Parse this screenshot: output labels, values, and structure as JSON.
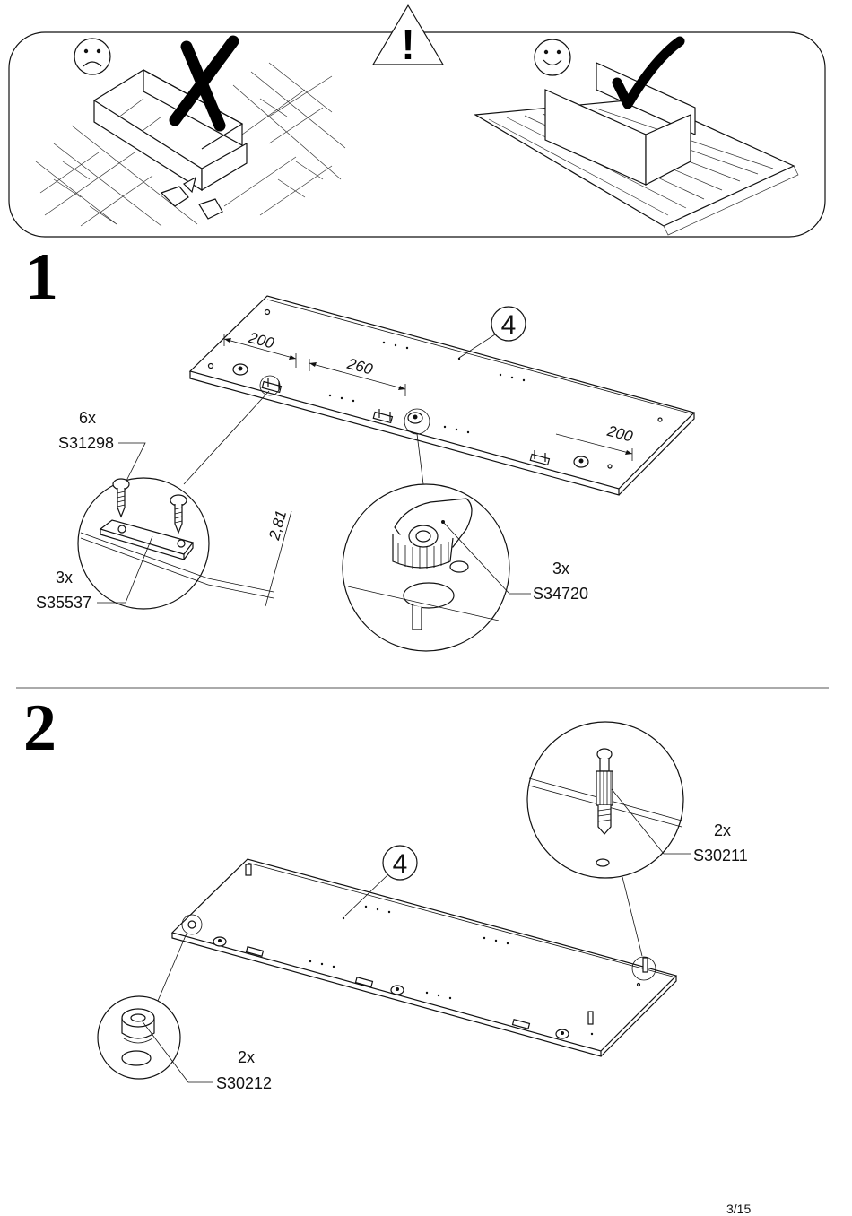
{
  "page": {
    "number": "3/15"
  },
  "warning_panel": {
    "warning_symbol": "!",
    "bad_face": "sad-face-icon",
    "good_face": "happy-face-icon",
    "bad_mark": "cross-mark-icon",
    "good_mark": "check-mark-icon"
  },
  "step1": {
    "number": "1",
    "panel_label": "4",
    "dimensions": [
      "200",
      "260",
      "200",
      "2,81"
    ],
    "parts": [
      {
        "qty": "6x",
        "code": "S31298"
      },
      {
        "qty": "3x",
        "code": "S35537"
      },
      {
        "qty": "3x",
        "code": "S34720"
      }
    ]
  },
  "step2": {
    "number": "2",
    "panel_label": "4",
    "parts": [
      {
        "qty": "2x",
        "code": "S30211"
      },
      {
        "qty": "2x",
        "code": "S30212"
      }
    ]
  }
}
